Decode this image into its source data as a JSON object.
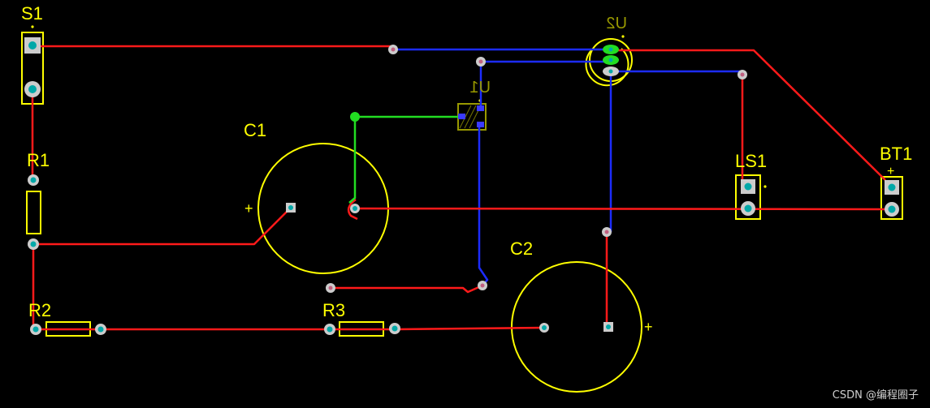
{
  "colors": {
    "background": "#000000",
    "top_trace": "#ff1a1a",
    "bottom_trace": "#1c2cff",
    "net_highlight": "#22dd22",
    "silkscreen": "#ffff00",
    "pad": "#cccccc",
    "via_hole": "#00a8a8"
  },
  "designators": {
    "s1": "S1",
    "r1": "R1",
    "r2": "R2",
    "r3": "R3",
    "c1": "C1",
    "c2": "C2",
    "u1": "U1",
    "u2": "U2",
    "ls1": "LS1",
    "bt1": "BT1"
  },
  "polarity": {
    "c1_plus": "+",
    "c2_plus": "+",
    "bt1_plus": "+"
  },
  "watermark": "CSDN @编程圈子"
}
